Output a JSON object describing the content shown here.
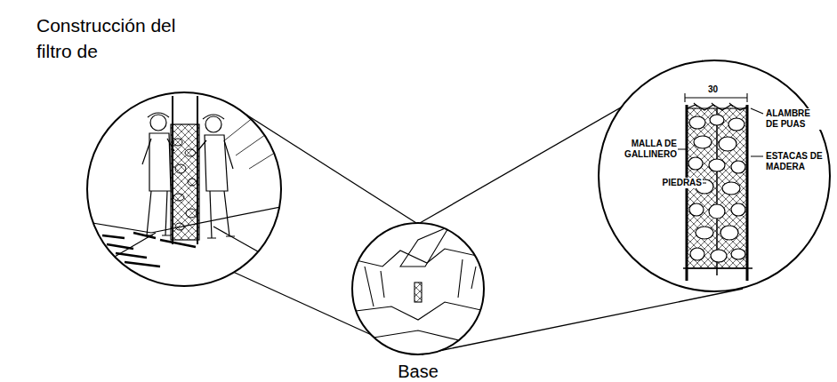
{
  "diagram": {
    "title": "Construcción del filtro de",
    "caption": "Base",
    "labels": [
      "30",
      "ALAMBRE DE PUAS",
      "MALLA DE GALLINERO",
      "ESTACAS DE MADERA",
      "PIEDRAS"
    ]
  }
}
